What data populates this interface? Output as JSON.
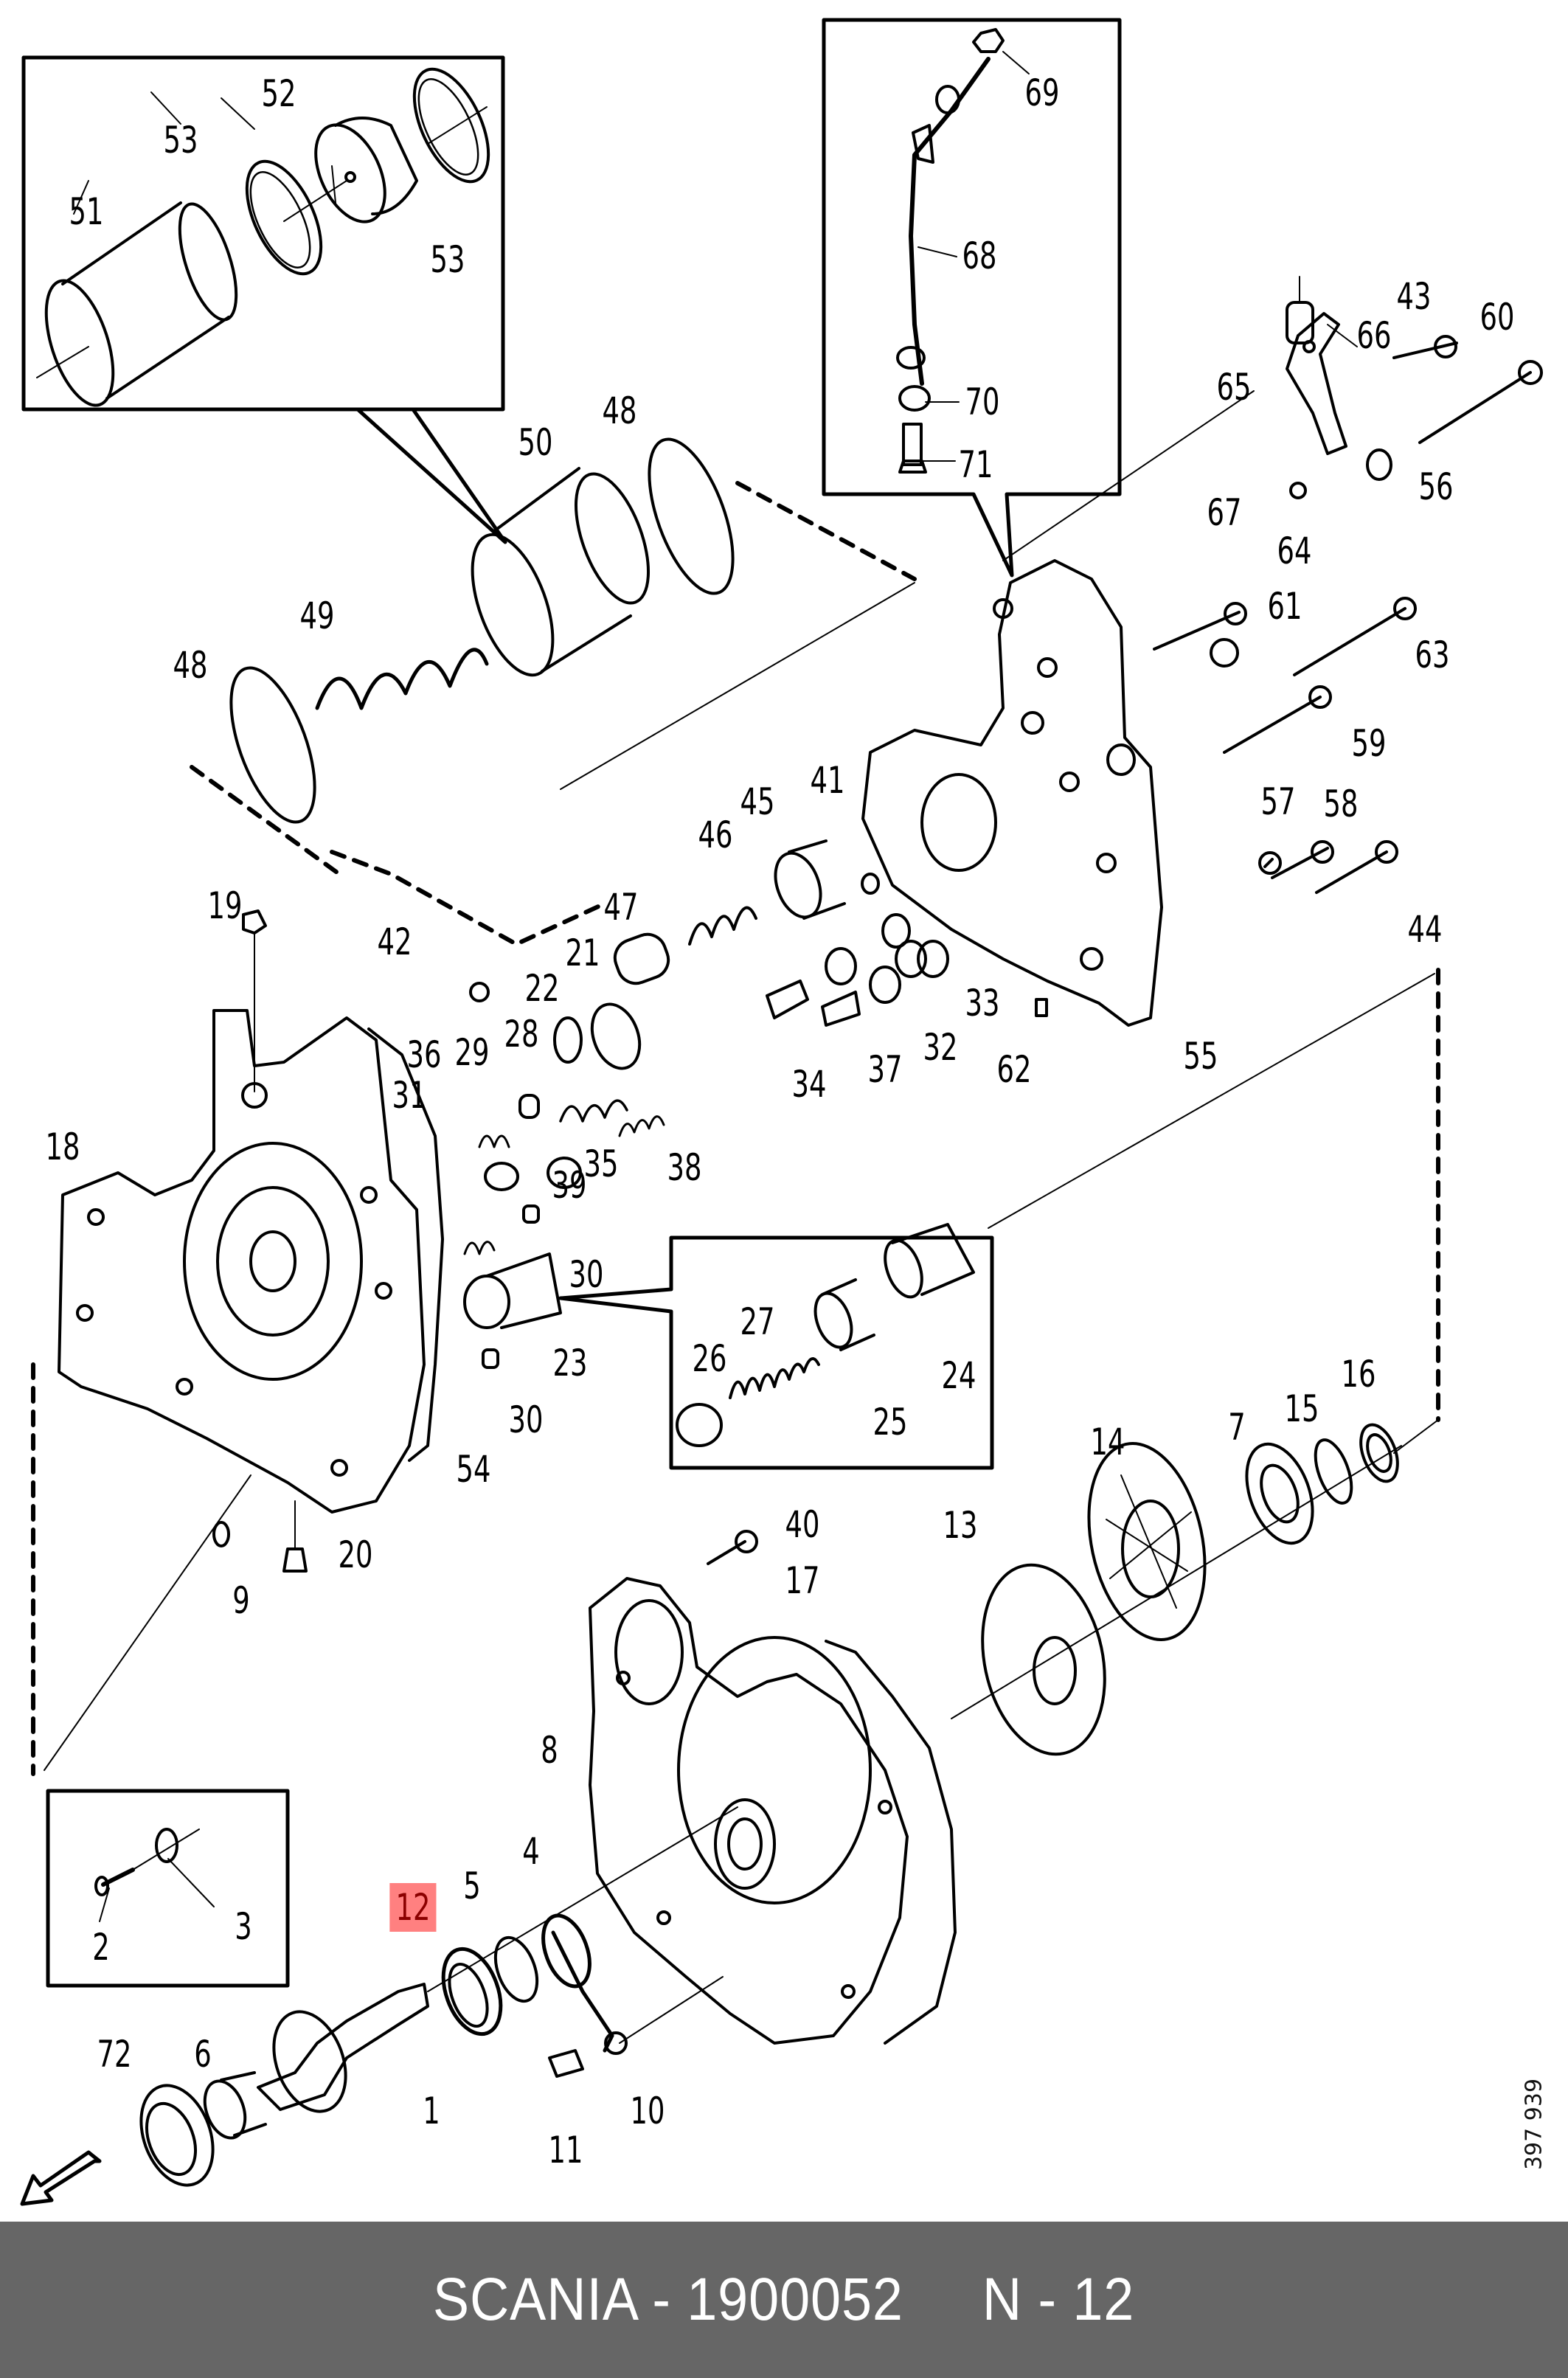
{
  "footer": {
    "brand": "SCANIA",
    "part_number": "1900052",
    "position_label": "N - 12",
    "text": "SCANIA - 1900052     N - 12"
  },
  "drawing_reference": "397 939",
  "highlighted_callout": "12",
  "colors": {
    "highlight_bg": "#ff8080",
    "highlight_text": "#8b0000",
    "footer_bg": "#666666",
    "footer_text": "#ffffff"
  },
  "callouts": [
    {
      "id": "52",
      "label": "52"
    },
    {
      "id": "53a",
      "label": "53"
    },
    {
      "id": "53b",
      "label": "53"
    },
    {
      "id": "51",
      "label": "51"
    },
    {
      "id": "69",
      "label": "69"
    },
    {
      "id": "68",
      "label": "68"
    },
    {
      "id": "70",
      "label": "70"
    },
    {
      "id": "71",
      "label": "71"
    },
    {
      "id": "43",
      "label": "43"
    },
    {
      "id": "60",
      "label": "60"
    },
    {
      "id": "66",
      "label": "66"
    },
    {
      "id": "65",
      "label": "65"
    },
    {
      "id": "56",
      "label": "56"
    },
    {
      "id": "67",
      "label": "67"
    },
    {
      "id": "64",
      "label": "64"
    },
    {
      "id": "61",
      "label": "61"
    },
    {
      "id": "63",
      "label": "63"
    },
    {
      "id": "59",
      "label": "59"
    },
    {
      "id": "57",
      "label": "57"
    },
    {
      "id": "58",
      "label": "58"
    },
    {
      "id": "44",
      "label": "44"
    },
    {
      "id": "55",
      "label": "55"
    },
    {
      "id": "62",
      "label": "62"
    },
    {
      "id": "33",
      "label": "33"
    },
    {
      "id": "32",
      "label": "32"
    },
    {
      "id": "37",
      "label": "37"
    },
    {
      "id": "34",
      "label": "34"
    },
    {
      "id": "50",
      "label": "50"
    },
    {
      "id": "48a",
      "label": "48"
    },
    {
      "id": "48b",
      "label": "48"
    },
    {
      "id": "49",
      "label": "49"
    },
    {
      "id": "45",
      "label": "45"
    },
    {
      "id": "41",
      "label": "41"
    },
    {
      "id": "46",
      "label": "46"
    },
    {
      "id": "47",
      "label": "47"
    },
    {
      "id": "19",
      "label": "19"
    },
    {
      "id": "42",
      "label": "42"
    },
    {
      "id": "21",
      "label": "21"
    },
    {
      "id": "22",
      "label": "22"
    },
    {
      "id": "28",
      "label": "28"
    },
    {
      "id": "29",
      "label": "29"
    },
    {
      "id": "36",
      "label": "36"
    },
    {
      "id": "31",
      "label": "31"
    },
    {
      "id": "18",
      "label": "18"
    },
    {
      "id": "38",
      "label": "38"
    },
    {
      "id": "35",
      "label": "35"
    },
    {
      "id": "39",
      "label": "39"
    },
    {
      "id": "30a",
      "label": "30"
    },
    {
      "id": "30b",
      "label": "30"
    },
    {
      "id": "23",
      "label": "23"
    },
    {
      "id": "54",
      "label": "54"
    },
    {
      "id": "27",
      "label": "27"
    },
    {
      "id": "26",
      "label": "26"
    },
    {
      "id": "25",
      "label": "25"
    },
    {
      "id": "24",
      "label": "24"
    },
    {
      "id": "14",
      "label": "14"
    },
    {
      "id": "7",
      "label": "7"
    },
    {
      "id": "15",
      "label": "15"
    },
    {
      "id": "16",
      "label": "16"
    },
    {
      "id": "13",
      "label": "13"
    },
    {
      "id": "40",
      "label": "40"
    },
    {
      "id": "17",
      "label": "17"
    },
    {
      "id": "20",
      "label": "20"
    },
    {
      "id": "9",
      "label": "9"
    },
    {
      "id": "8",
      "label": "8"
    },
    {
      "id": "2",
      "label": "2"
    },
    {
      "id": "3",
      "label": "3"
    },
    {
      "id": "12",
      "label": "12"
    },
    {
      "id": "5",
      "label": "5"
    },
    {
      "id": "4",
      "label": "4"
    },
    {
      "id": "72",
      "label": "72"
    },
    {
      "id": "6",
      "label": "6"
    },
    {
      "id": "1",
      "label": "1"
    },
    {
      "id": "10",
      "label": "10"
    },
    {
      "id": "11",
      "label": "11"
    }
  ]
}
